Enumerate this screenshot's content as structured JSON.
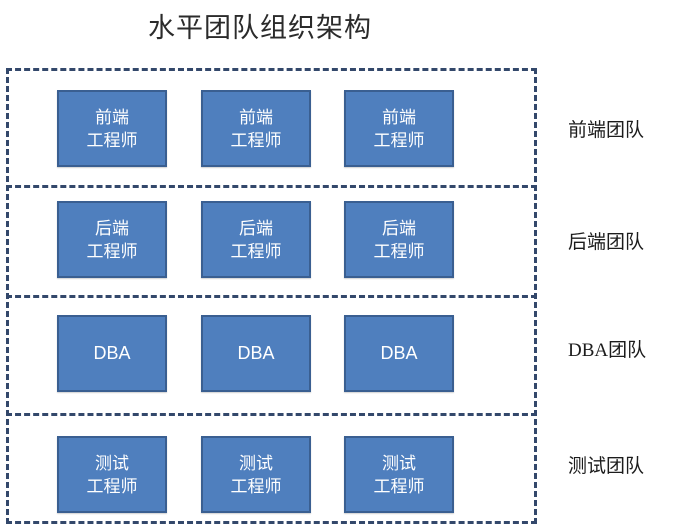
{
  "title": "水平团队组织架构",
  "colors": {
    "box_fill": "#4f7fbe",
    "box_border": "#3a5f91",
    "box_text": "#ffffff",
    "frame_dash": "#33486b",
    "background": "#ffffff",
    "title_text": "#2b2b2b",
    "label_text": "#1c1c1c"
  },
  "rows": [
    {
      "id": "frontend",
      "label": "前端团队",
      "members": [
        {
          "line1": "前端",
          "line2": "工程师"
        },
        {
          "line1": "前端",
          "line2": "工程师"
        },
        {
          "line1": "前端",
          "line2": "工程师"
        }
      ]
    },
    {
      "id": "backend",
      "label": "后端团队",
      "members": [
        {
          "line1": "后端",
          "line2": "工程师"
        },
        {
          "line1": "后端",
          "line2": "工程师"
        },
        {
          "line1": "后端",
          "line2": "工程师"
        }
      ]
    },
    {
      "id": "dba",
      "label": "DBA团队",
      "members": [
        {
          "line1": "DBA",
          "line2": ""
        },
        {
          "line1": "DBA",
          "line2": ""
        },
        {
          "line1": "DBA",
          "line2": ""
        }
      ]
    },
    {
      "id": "qa",
      "label": "测试团队",
      "members": [
        {
          "line1": "测试",
          "line2": "工程师"
        },
        {
          "line1": "测试",
          "line2": "工程师"
        },
        {
          "line1": "测试",
          "line2": "工程师"
        }
      ]
    }
  ]
}
